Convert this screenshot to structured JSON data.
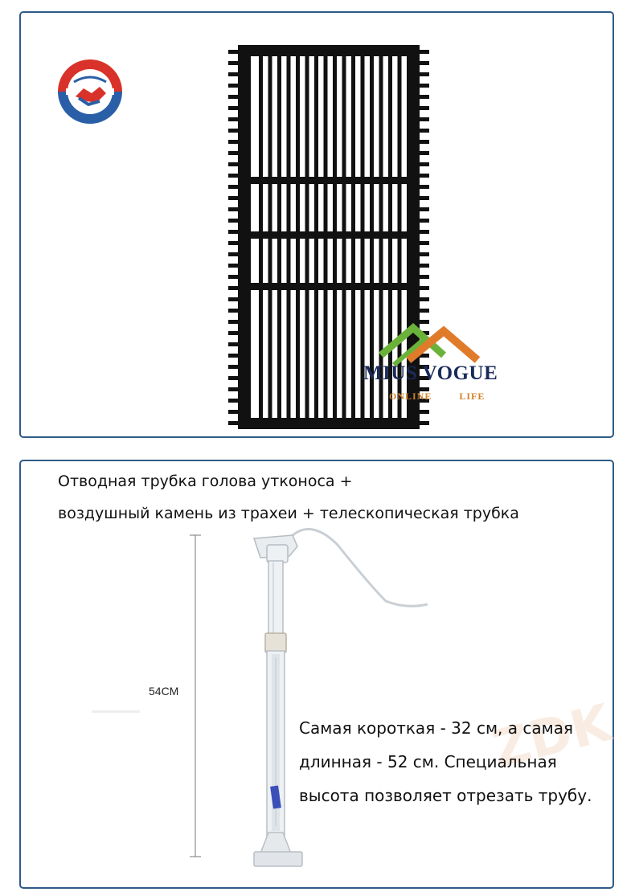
{
  "top_panel": {
    "logo": {
      "icon": "handshake-circle-icon",
      "colors": [
        "#d8322a",
        "#2a5fa8"
      ]
    },
    "product": {
      "icon": "black-grid-filter-icon",
      "color": "#111111"
    },
    "brand": {
      "name": "MIUS VOGUE",
      "tagline": "ONLINE   LIFE",
      "icon": "orange-green-roof-icon"
    }
  },
  "bottom_panel": {
    "description_line1": "Отводная трубка голова утконоса +",
    "description_line2": "воздушный камень из трахеи + телескопическая трубка",
    "dimension_label": "54CM",
    "note_line1": "Самая короткая - 32 см, а самая",
    "note_line2": "длинная - 52 см. Специальная",
    "note_line3": "высота позволяет отрезать трубу.",
    "product": {
      "icon": "telescopic-tube-icon"
    },
    "watermark": "ZDK"
  },
  "colors": {
    "frame": "#2f5b86",
    "accent_orange": "#e07b2a",
    "accent_green": "#6bb23a"
  }
}
